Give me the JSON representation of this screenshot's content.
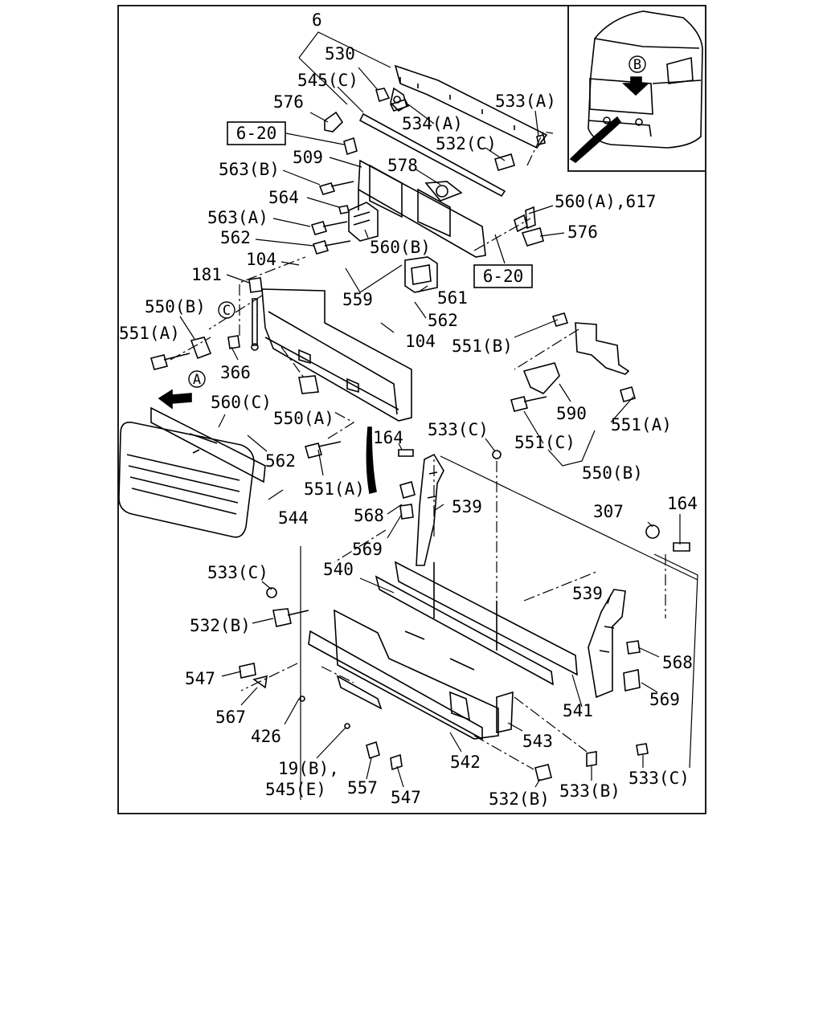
{
  "colors": {
    "line": "#000000",
    "background": "#ffffff"
  },
  "labels": {
    "p6": "6",
    "p530": "530",
    "p545c": "545(C)",
    "p576a": "576",
    "p620a": "6-20",
    "p509": "509",
    "p563b": "563(B)",
    "p564": "564",
    "p563a": "563(A)",
    "p562a": "562",
    "p104a": "104",
    "p181": "181",
    "p550b_left": "550(B)",
    "pC": "C",
    "p551a_left": "551(A)",
    "p366": "366",
    "pA": "A",
    "p560c": "560(C)",
    "p550a": "550(A)",
    "p562b": "562",
    "p551a_mid": "551(A)",
    "p544": "544",
    "p534a": "534(A)",
    "p533a": "533(A)",
    "p532c": "532(C)",
    "p578": "578",
    "p560b": "560(B)",
    "p559": "559",
    "p561": "561",
    "p562c": "562",
    "p104b": "104",
    "p560a617": "560(A),617",
    "p576b": "576",
    "p620b": "6-20",
    "p551b": "551(B)",
    "p590": "590",
    "p551a_right": "551(A)",
    "p551c": "551(C)",
    "p550b_right": "550(B)",
    "pB": "B",
    "p164a": "164",
    "p533c_top": "533(C)",
    "p568a": "568",
    "p539a": "539",
    "p569a": "569",
    "p307": "307",
    "p164b": "164",
    "p533c_left": "533(C)",
    "p540": "540",
    "p532b_left": "532(B)",
    "p539b": "539",
    "p568b": "568",
    "p547a": "547",
    "p567": "567",
    "p569b": "569",
    "p541": "541",
    "p426": "426",
    "p543": "543",
    "p19b": "19(B),",
    "p545e": "545(E)",
    "p557": "557",
    "p547b": "547",
    "p542": "542",
    "p532b_bottom": "532(B)",
    "p533b": "533(B)",
    "p533c_bottom": "533(C)"
  }
}
